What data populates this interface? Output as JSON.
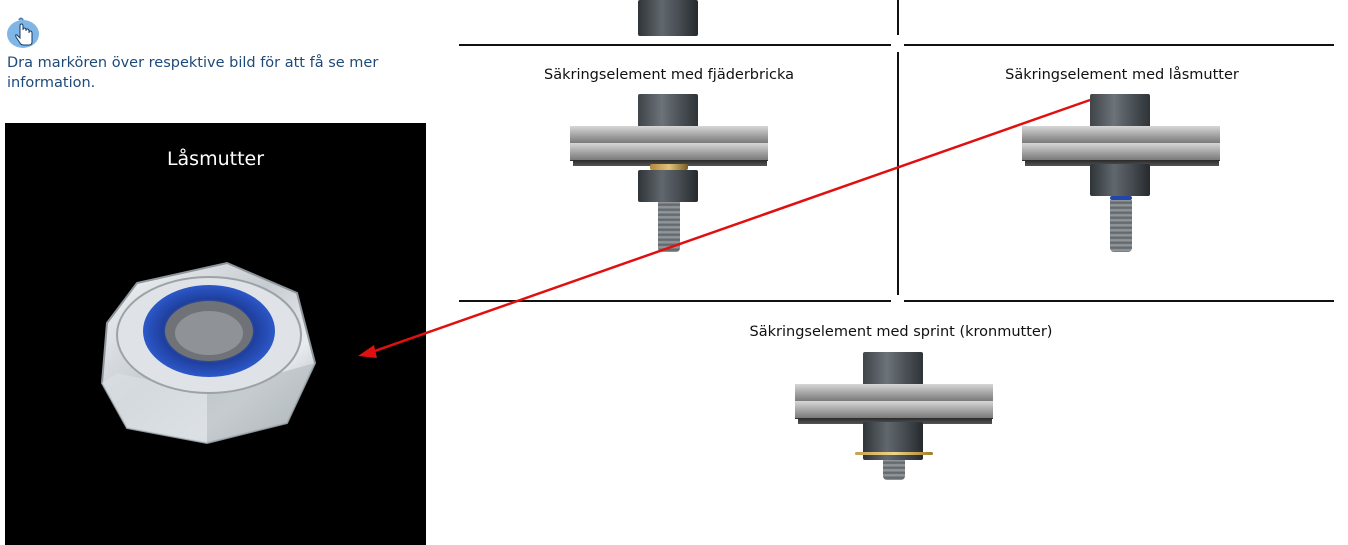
{
  "instruction": {
    "icon": "hand-pointer-icon",
    "text": "Dra markören över respektive bild för att få se mer information."
  },
  "detail": {
    "title": "Låsmutter",
    "image": "lock-nut-photo"
  },
  "cells": {
    "top_partial": {
      "caption": ""
    },
    "spring_washer": {
      "caption": "Säkringselement med fjäderbricka"
    },
    "lock_nut": {
      "caption": "Säkringselement med låsmutter"
    },
    "split_pin": {
      "caption": "Säkringselement med sprint (kronmutter)"
    }
  },
  "colors": {
    "instruction_text": "#1d4a7a",
    "panel_bg": "#000000",
    "pointer_arrow": "#e01010"
  }
}
